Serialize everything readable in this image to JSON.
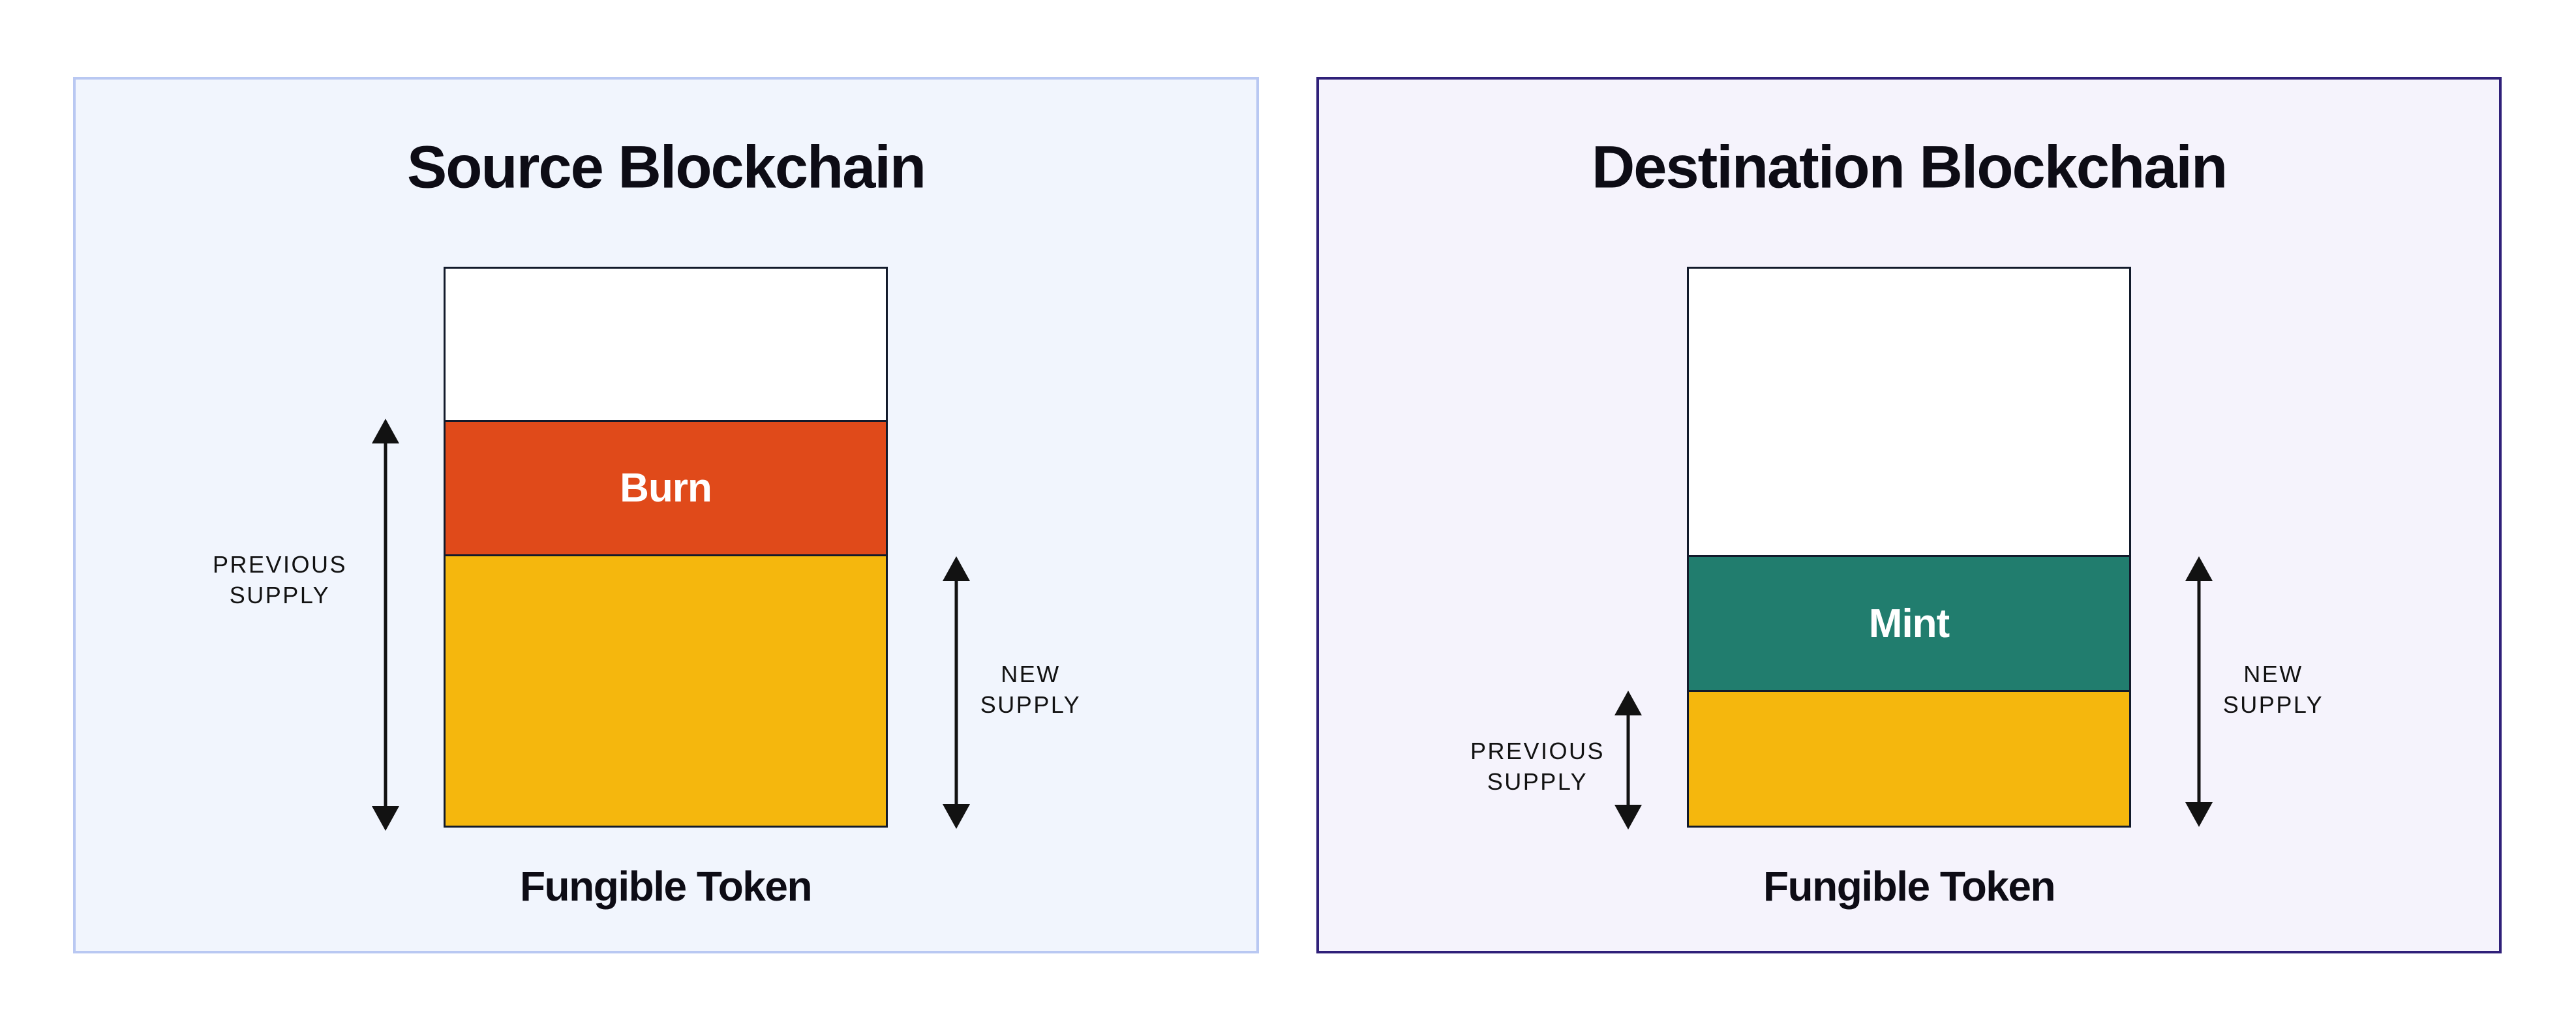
{
  "diagram": {
    "arrow_color": "#121212",
    "bar_border_color": "#121a2b",
    "panels": [
      {
        "id": "source",
        "title": "Source Blockchain",
        "caption": "Fungible Token",
        "background": "#f1f5fd",
        "border_color": "#b9c8f2",
        "bar_segments": [
          {
            "name": "remaining-supply",
            "label": "",
            "color": "#ffffff",
            "height": "27.2%"
          },
          {
            "name": "burn",
            "label": "Burn",
            "color": "#e04a1a",
            "height": "24.1%"
          },
          {
            "name": "previous-supply",
            "label": "",
            "color": "#f5b70d",
            "height": "48.7%"
          }
        ],
        "annotations": {
          "previous": {
            "line1": "PREVIOUS",
            "line2": "SUPPLY"
          },
          "new": {
            "line1": "NEW",
            "line2": "SUPPLY"
          }
        }
      },
      {
        "id": "destination",
        "title": "Destination Blockchain",
        "caption": "Fungible Token",
        "background": "#f5f3fc",
        "border_color": "#2f2079",
        "bar_segments": [
          {
            "name": "remaining-supply",
            "label": "",
            "color": "#ffffff",
            "height": "51.4%"
          },
          {
            "name": "mint",
            "label": "Mint",
            "color": "#217d6e",
            "height": "24.3%"
          },
          {
            "name": "previous-supply",
            "label": "",
            "color": "#f5b70d",
            "height": "24.3%"
          }
        ],
        "annotations": {
          "previous": {
            "line1": "PREVIOUS",
            "line2": "SUPPLY"
          },
          "new": {
            "line1": "NEW",
            "line2": "SUPPLY"
          }
        }
      }
    ]
  }
}
